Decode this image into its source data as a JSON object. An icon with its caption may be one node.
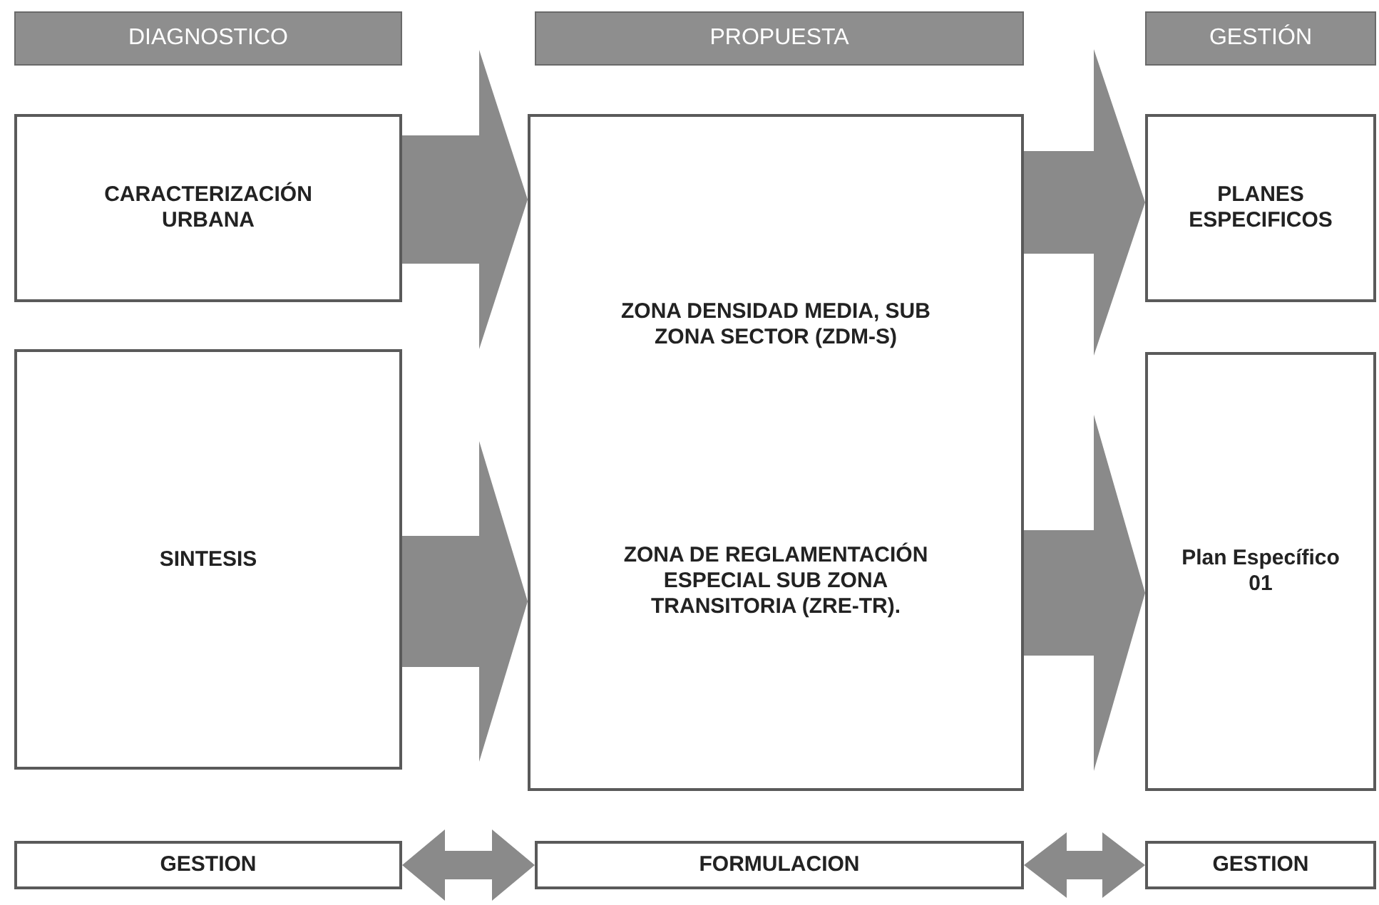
{
  "diagram": {
    "nodes": [
      {
        "text": [
          "DIAGNOSTICO"
        ]
      },
      {
        "text": [
          "PROPUESTA"
        ]
      },
      {
        "text": [
          "GESTIÓN"
        ]
      },
      {
        "text": [
          "CARACTERIZACIÓN URBANA"
        ]
      },
      {
        "text": [
          "SINTESIS"
        ]
      },
      {
        "text": [
          "ZONA DENSIDAD MEDIA, SUB ZONA SECTOR (ZDM-S)",
          "ZONA DE REGLAMENTACIÓN ESPECIAL SUB ZONA TRANSITORIA (ZRE-TR)."
        ]
      },
      {
        "text": [
          "PLANES ESPECIFICOS"
        ]
      },
      {
        "text": [
          "Plan Específico 01"
        ]
      },
      {
        "text": [
          "GESTION"
        ]
      },
      {
        "text": [
          "FORMULACION"
        ]
      },
      {
        "text": [
          "GESTION"
        ]
      }
    ],
    "edges": [
      {
        "from": 3,
        "to": 5,
        "arrow": "to"
      },
      {
        "from": 4,
        "to": 5,
        "arrow": "to"
      },
      {
        "from": 5,
        "to": 6,
        "arrow": "to"
      },
      {
        "from": 5,
        "to": 7,
        "arrow": "to"
      },
      {
        "from": 8,
        "to": 9,
        "arrow": "both"
      },
      {
        "from": 9,
        "to": 10,
        "arrow": "both"
      }
    ]
  }
}
